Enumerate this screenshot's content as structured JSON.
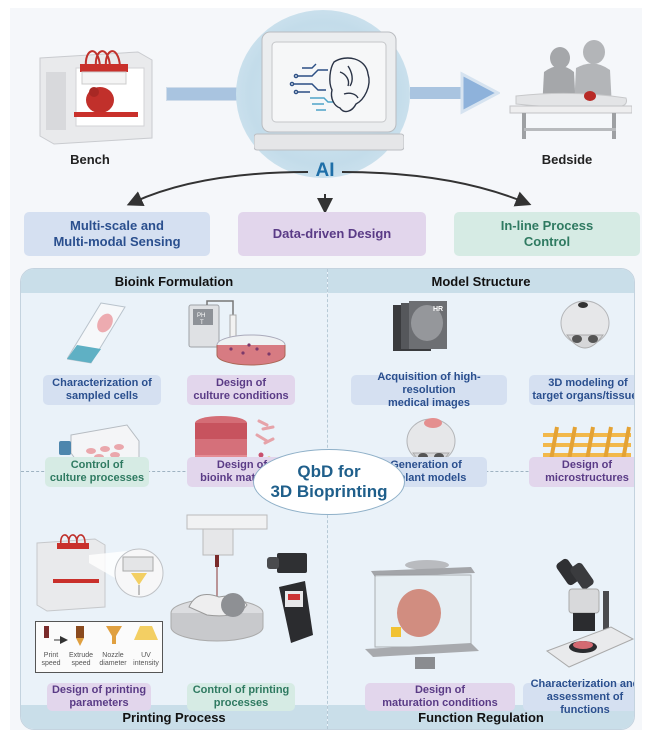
{
  "top": {
    "bench_label": "Bench",
    "bedside_label": "Bedside",
    "ai_label": "AI"
  },
  "pillars": [
    {
      "label_line1": "Multi-scale and",
      "label_line2": "Multi-modal Sensing"
    },
    {
      "label_line1": "Data-driven Design",
      "label_line2": ""
    },
    {
      "label_line1": "In-line Process",
      "label_line2": "Control"
    }
  ],
  "center": {
    "line1": "QbD for",
    "line2": "3D Bioprinting"
  },
  "quadrants": {
    "bioink": {
      "title": "Bioink Formulation",
      "items": [
        {
          "line1": "Characterization of",
          "line2": "sampled cells"
        },
        {
          "line1": "Design of",
          "line2": "culture conditions"
        },
        {
          "line1": "Control of",
          "line2": "culture processes"
        },
        {
          "line1": "Design of",
          "line2": "bioink materials"
        }
      ],
      "ph_meter_text": "PH T"
    },
    "model": {
      "title": "Model Structure",
      "items": [
        {
          "line1": "Acquisition of high-resolution",
          "line2": "medical images"
        },
        {
          "line1": "3D modeling of",
          "line2": "target organs/tissues"
        },
        {
          "line1": "Generation of",
          "line2": "implant models"
        },
        {
          "line1": "Design of",
          "line2": "microstructures"
        }
      ],
      "hr_text": "HR"
    },
    "printing": {
      "title": "Printing Process",
      "items": [
        {
          "line1": "Design of printing",
          "line2": "parameters"
        },
        {
          "line1": "Control of printing",
          "line2": "processes"
        }
      ],
      "params": [
        {
          "line1": "Print",
          "line2": "speed"
        },
        {
          "line1": "Extrude",
          "line2": "speed"
        },
        {
          "line1": "Nozzle",
          "line2": "diameter"
        },
        {
          "line1": "UV",
          "line2": "intensity"
        }
      ]
    },
    "function": {
      "title": "Function Regulation",
      "items": [
        {
          "line1": "Design of",
          "line2": "maturation conditions"
        },
        {
          "line1": "Characterization and",
          "line2": "assessment of functions"
        }
      ]
    }
  },
  "colors": {
    "blue_card": "#d5e0f1",
    "purple_card": "#e2d6ec",
    "green_card": "#d6ebe4",
    "accent": "#1f6fa8",
    "panel_header": "#c9dee9"
  }
}
